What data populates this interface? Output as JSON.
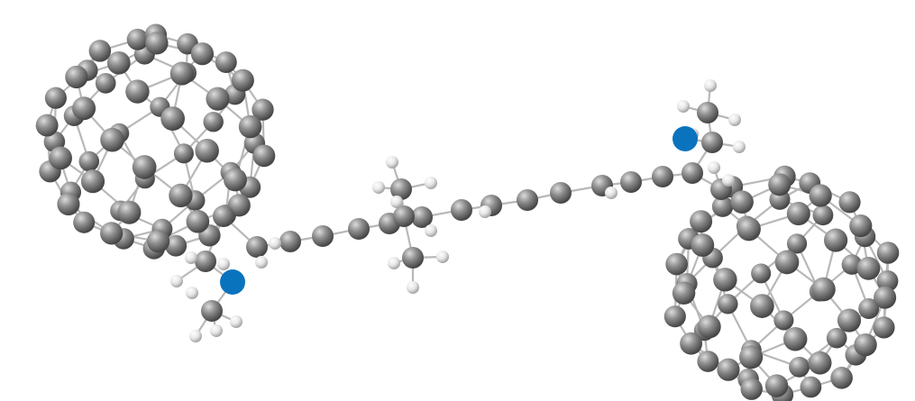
{
  "colors": {
    "background": "#ffffff",
    "carbon_highlight": "#d8d8d8",
    "carbon_mid": "#8e8e8e",
    "carbon_dark": "#4a4a4a",
    "hydrogen_highlight": "#ffffff",
    "hydrogen_mid": "#e6e6e6",
    "hydrogen_dark": "#a8a8a8",
    "nitrogen": "#0a73be",
    "bond": "#b8b8b8"
  },
  "molecule": {
    "description_icon": "ball-and-stick-molecule",
    "nitrogen_count": 2,
    "fullerene_count": 2
  }
}
